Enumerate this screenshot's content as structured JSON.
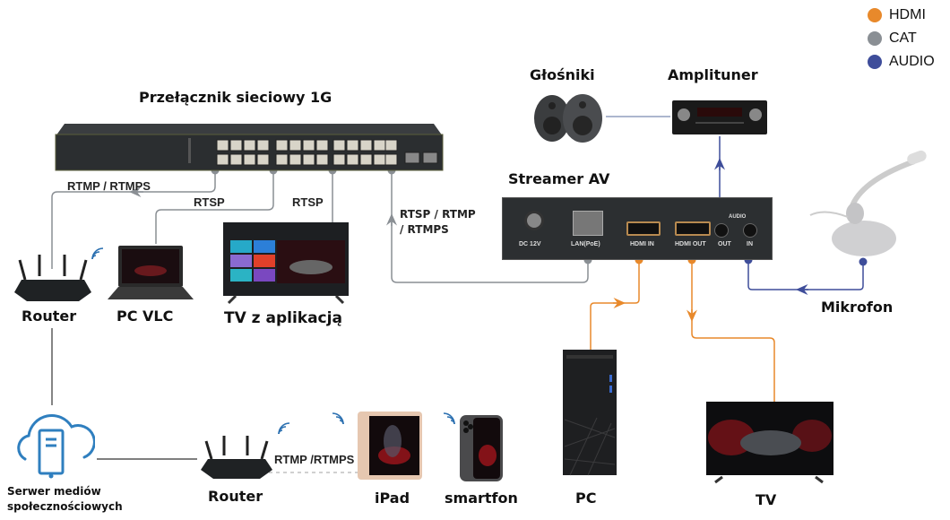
{
  "legend": [
    {
      "label": "HDMI",
      "color": "#e8892b"
    },
    {
      "label": "CAT",
      "color": "#8a8f94"
    },
    {
      "label": "AUDIO",
      "color": "#3e4d9a"
    }
  ],
  "colors": {
    "hdmi": "#e8892b",
    "cat": "#8a8f94",
    "audio": "#3e4d9a",
    "plain_line": "#333333",
    "wifi": "#2a6fb0",
    "cloud": "#2f7fbf"
  },
  "devices": {
    "switch": "Przełącznik sieciowy 1G",
    "speakers": "Głośniki",
    "receiver": "Amplituner",
    "streamer": "Streamer AV",
    "router_top": "Router",
    "pc_vlc": "PC VLC",
    "tv_app": "TV z aplikacją",
    "microphone": "Mikrofon",
    "server_line1": "Serwer mediów",
    "server_line2": "społecznościowych",
    "router_bottom": "Router",
    "ipad": "iPad",
    "smartphone": "smartfon",
    "pc": "PC",
    "tv": "TV"
  },
  "protocols": {
    "router_link": "RTMP / RTMPS",
    "pc_vlc_link": "RTSP",
    "tv_app_link": "RTSP",
    "streamer_link_line1": "RTSP / RTMP",
    "streamer_link_line2": "/ RTMPS",
    "mobile_link": "RTMP /RTMPS"
  },
  "streamer_ports": {
    "dc": "DC 12V",
    "lan": "LAN(PoE)",
    "hdmi_in": "HDMI IN",
    "hdmi_out": "HDMI OUT",
    "audio_group": "AUDIO",
    "audio_out": "OUT",
    "audio_in": "IN"
  }
}
